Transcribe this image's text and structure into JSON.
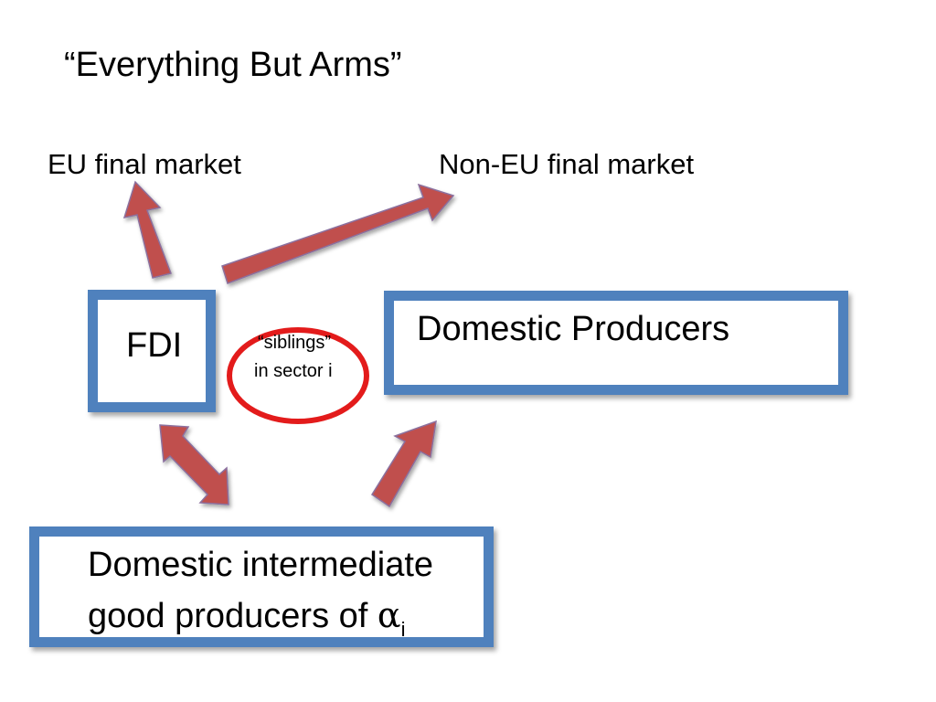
{
  "title": "“Everything But Arms”",
  "markets": {
    "eu": "EU final market",
    "non_eu": "Non-EU final market"
  },
  "boxes": {
    "fdi": "FDI",
    "domestic_producers": "Domestic Producers",
    "intermediate": {
      "line1": "Domestic intermediate",
      "line2": "good producers of ",
      "alpha": "α",
      "subscript": "i"
    }
  },
  "annotation": {
    "line1": "“siblings”",
    "line2": "in sector i"
  },
  "colors": {
    "box_border": "#4f81bd",
    "arrow_fill": "#c0504d",
    "arrow_stroke": "#8b6f9e",
    "circle": "#e31b1b"
  }
}
